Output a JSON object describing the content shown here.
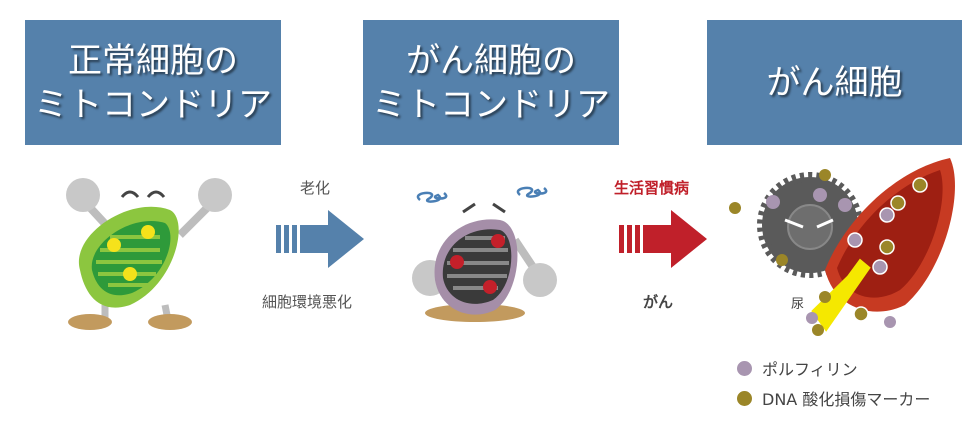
{
  "stages": [
    {
      "line1": "正常細胞の",
      "line2": "ミトコンドリア"
    },
    {
      "line1": "がん細胞の",
      "line2": "ミトコンドリア"
    },
    {
      "line1": "がん細胞",
      "line2": ""
    }
  ],
  "arrows": [
    {
      "top_label": "老化",
      "bottom_label": "細胞環境悪化",
      "color": "#5581ab"
    },
    {
      "top_label": "生活習慣病",
      "bottom_label": "がん",
      "color": "#c0202a"
    }
  ],
  "urine_label": "尿",
  "legend": [
    {
      "label": "ポルフィリン",
      "color": "#a895b0"
    },
    {
      "label": "DNA 酸化損傷マーカー",
      "color": "#9b8628"
    }
  ]
}
